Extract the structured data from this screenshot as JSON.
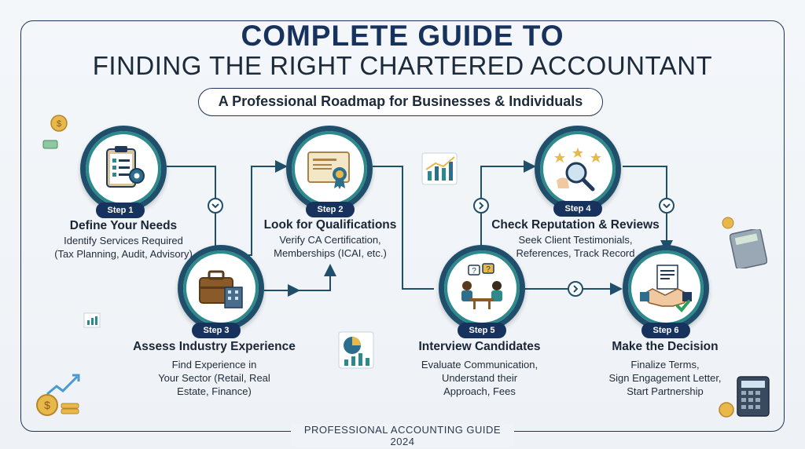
{
  "header": {
    "title_line1": "COMPLETE GUIDE TO",
    "title_line2": "FINDING THE RIGHT CHARTERED ACCOUNTANT",
    "subtitle": "A Professional Roadmap for Businesses & Individuals"
  },
  "steps": [
    {
      "badge": "Step 1",
      "title": "Define Your Needs",
      "desc": [
        "Identify Services Required",
        "(Tax Planning, Audit, Advisory)"
      ],
      "icon": "clipboard-gear-icon"
    },
    {
      "badge": "Step 2",
      "title": "Look for Qualifications",
      "desc": [
        "Verify CA Certification,",
        "Memberships (ICAI, etc.)"
      ],
      "icon": "certificate-icon"
    },
    {
      "badge": "Step 3",
      "title": "Assess Industry Experience",
      "desc": [
        "Find Experience in",
        "Your Sector (Retail, Real",
        "Estate, Finance)"
      ],
      "icon": "briefcase-building-icon"
    },
    {
      "badge": "Step 4",
      "title": "Check Reputation & Reviews",
      "desc": [
        "Seek Client Testimonials,",
        "References, Track Record"
      ],
      "icon": "magnifier-stars-icon"
    },
    {
      "badge": "Step 5",
      "title": "Interview Candidates",
      "desc": [
        "Evaluate Communication,",
        "Understand their",
        "Approach, Fees"
      ],
      "icon": "interview-icon"
    },
    {
      "badge": "Step 6",
      "title": "Make the Decision",
      "desc": [
        "Finalize Terms,",
        "Sign Engagement Letter,",
        "Start Partnership"
      ],
      "icon": "handshake-icon"
    }
  ],
  "footer": {
    "text": "PROFESSIONAL ACCOUNTING GUIDE 2024"
  },
  "colors": {
    "navy": "#17325c",
    "teal": "#2c8a8c",
    "ring": "#1f4f6b",
    "gold": "#e8b84a",
    "green": "#2e9e5b"
  }
}
